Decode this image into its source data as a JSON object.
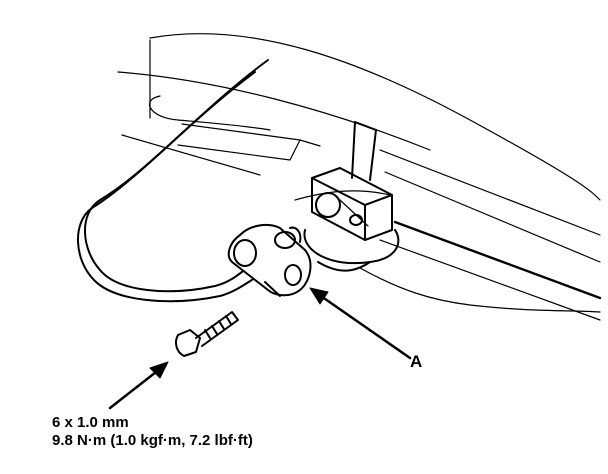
{
  "diagram": {
    "callout_label": "A",
    "bolt_spec": {
      "size": "6 x 1.0 mm",
      "torque": "9.8 N·m (1.0 kgf·m, 7.2 lbf·ft)"
    }
  }
}
